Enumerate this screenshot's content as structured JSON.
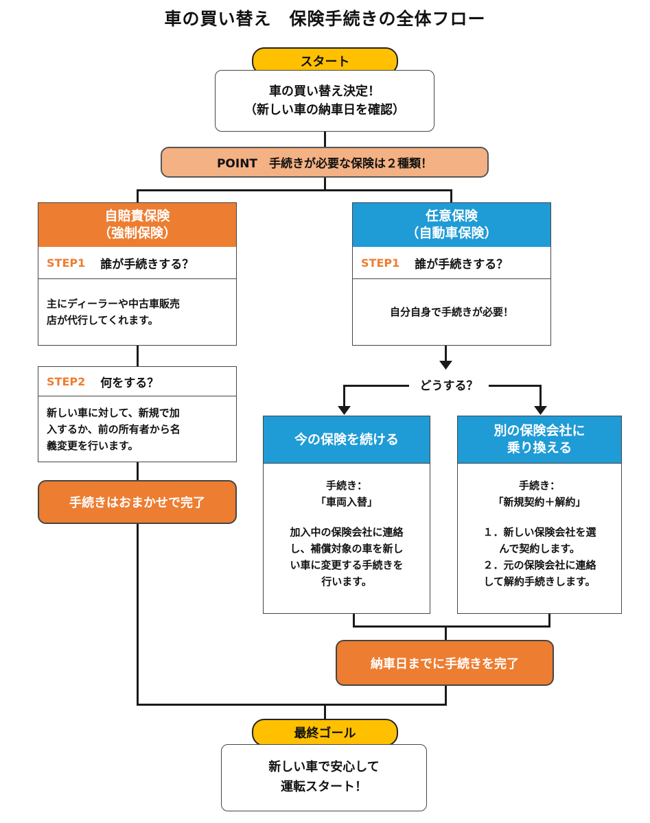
{
  "title": "車の買い替え　保険手続きの全体フロー",
  "start": {
    "label": "スタート",
    "box_line1": "車の買い替え決定！",
    "box_line2": "（新しい車の納車日を確認）"
  },
  "point": "POINT　手続きが必要な保険は２種類！",
  "left": {
    "header_line1": "自賠責保険",
    "header_line2": "（強制保険）",
    "step1_label": "STEP1",
    "step1_question": "誰が手続きする？",
    "step1_answer_line1": "主にディーラーや中古車販売",
    "step1_answer_line2": "店が代行してくれます。",
    "step2_label": "STEP2",
    "step2_question": "何をする？",
    "step2_answer_line1": "新しい車に対して、新規で加",
    "step2_answer_line2": "入するか、前の所有者から名",
    "step2_answer_line3": "義変更を行います。",
    "done": "手続きはおまかせで完了"
  },
  "right": {
    "header_line1": "任意保険",
    "header_line2": "（自動車保険）",
    "step1_label": "STEP1",
    "step1_question": "誰が手続きする？",
    "step1_answer": "自分自身で手続きが必要！",
    "how": "どうする？",
    "option_a": {
      "header": "今の保険を続ける",
      "proc_label": "手続き：",
      "proc_name": "「車両入替」",
      "desc_line1": "加入中の保険会社に連絡",
      "desc_line2": "し、補償対象の車を新し",
      "desc_line3": "い車に変更する手続きを",
      "desc_line4": "行います。"
    },
    "option_b": {
      "header_line1": "別の保険会社に",
      "header_line2": "乗り換える",
      "proc_label": "手続き：",
      "proc_name": "「新規契約＋解約」",
      "desc_line1": "１．新しい保険会社を選",
      "desc_line2": "んで契約します。",
      "desc_line3": "２．元の保険会社に連絡",
      "desc_line4": "して解約手続きします。"
    },
    "done": "納車日までに手続きを完了"
  },
  "goal": {
    "label": "最終ゴール",
    "box_line1": "新しい車で安心して",
    "box_line2": "運転スタート！"
  },
  "colors": {
    "yellow": "#FFC000",
    "salmon": "#F4B183",
    "orange": "#ED7D31",
    "blue": "#1F9BD6"
  }
}
